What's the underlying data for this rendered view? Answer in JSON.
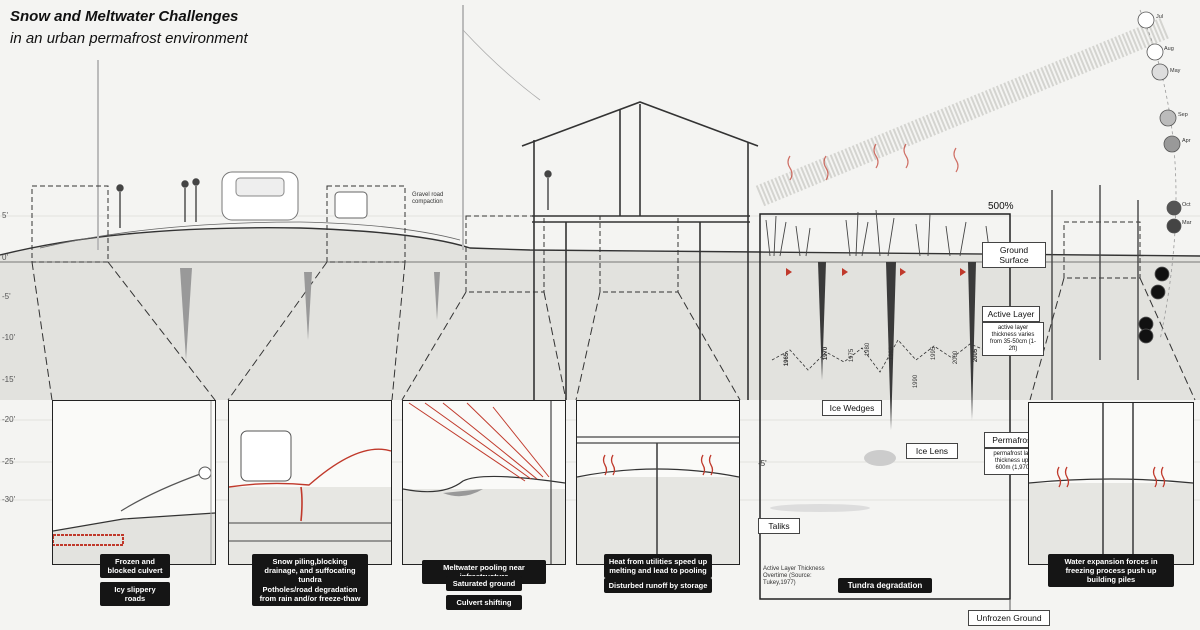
{
  "header": {
    "title": "Snow and Meltwater Challenges",
    "subtitle": "in an urban permafrost environment"
  },
  "depth_scale": [
    "5'",
    "0'",
    "-5'",
    "-10'",
    "-15'",
    "-20'",
    "-25'",
    "-30'"
  ],
  "annotations": {
    "gravel_road": "Gravel road compaction",
    "magnification": "500%",
    "mid_depth": "-5'",
    "legend_note": "Active Layer Thickness Overtime (Source: Tukey,1977)"
  },
  "soil_labels": {
    "ground_surface": "Ground Surface",
    "active_layer": "Active Layer",
    "active_layer_note": "active layer thickness varies from 35-50cm (1-2ft)",
    "ice_wedges": "Ice Wedges",
    "ice_lens": "Ice Lens",
    "permafrost": "Permafrost",
    "permafrost_note": "permafrost layer thickness up to 600m (1,970ft)",
    "taliks": "Taliks",
    "unfrozen_ground": "Unfrozen Ground"
  },
  "years": [
    "1965",
    "1970",
    "1975",
    "1980",
    "1985",
    "1990",
    "1995",
    "2000",
    "2005"
  ],
  "months": [
    "Jul",
    "Aug",
    "May",
    "Sep",
    "Apr",
    "Oct",
    "Mar"
  ],
  "panels": [
    {
      "labels": [
        "Frozen and blocked culvert",
        "Icy slippery roads"
      ]
    },
    {
      "labels": [
        "Snow piling,blocking drainage, and suffocating tundra",
        "Potholes/road degradation from rain and/or freeze-thaw"
      ]
    },
    {
      "labels": [
        "Meltwater pooling near infrastructure",
        "Saturated ground",
        "Culvert shifting"
      ]
    },
    {
      "labels": [
        "Heat from utilities speed up melting and lead to pooling",
        "Disturbed runoff by storage"
      ]
    },
    {
      "labels": [
        "Tundra degradation"
      ]
    },
    {
      "labels": [
        "Water expansion forces in freezing process push up building piles"
      ]
    }
  ],
  "colors": {
    "accent": "#c0392b",
    "ink": "#151515",
    "ground": "#d8d8d4"
  }
}
